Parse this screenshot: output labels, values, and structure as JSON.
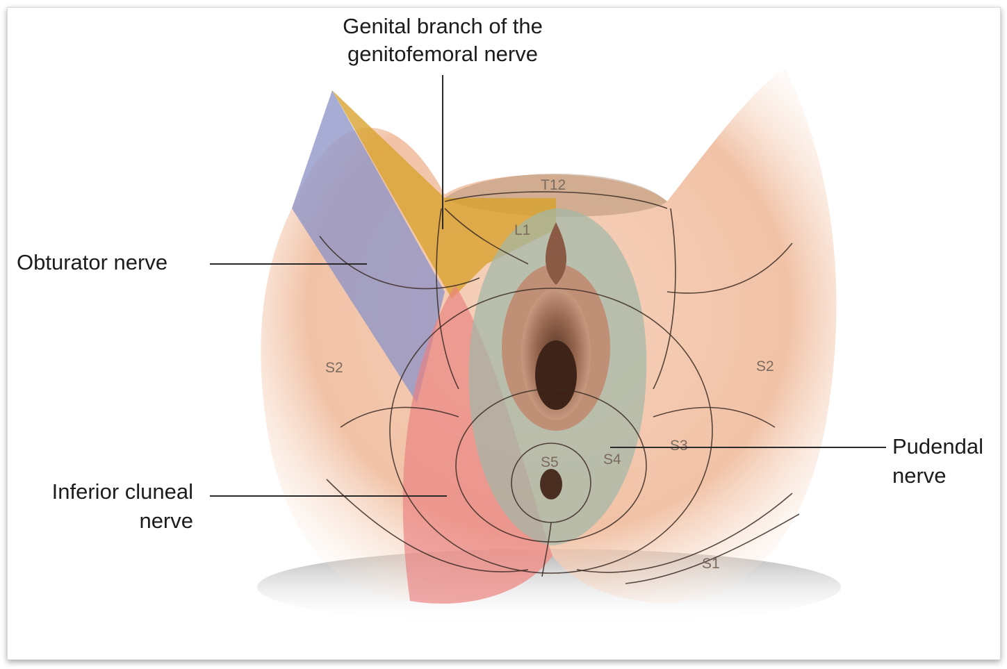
{
  "labels": {
    "genital_branch_line1": "Genital branch of the",
    "genital_branch_line2": "genitofemoral nerve",
    "obturator": "Obturator nerve",
    "inferior_cluneal_line1": "Inferior cluneal",
    "inferior_cluneal_line2": "nerve",
    "pudendal_line1": "Pudendal",
    "pudendal_line2": "nerve"
  },
  "dermatomes": {
    "t12": "T12",
    "l1": "L1",
    "s2_left": "S2",
    "s2_right": "S2",
    "s3": "S3",
    "s4": "S4",
    "s5": "S5",
    "s1": "S1"
  },
  "colors": {
    "skin": "#f3c7ad",
    "obturator_zone": "#8e95c8",
    "genitofemoral_zone": "#d9a22c",
    "cluneal_zone": "#ea7f7f",
    "pudendal_zone": "#9fb8a8"
  }
}
